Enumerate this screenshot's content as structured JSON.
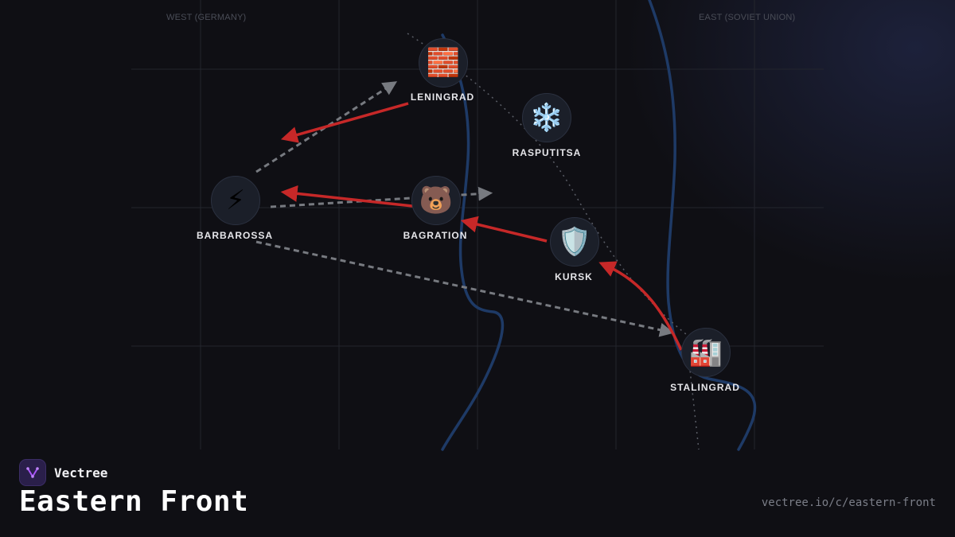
{
  "regions": {
    "west": "WEST (GERMANY)",
    "east": "EAST (SOVIET UNION)"
  },
  "nodes": {
    "leningrad": {
      "label": "LENINGRAD",
      "icon": "🧱",
      "icon_name": "brick-wall-icon"
    },
    "rasputitsa": {
      "label": "RASPUTITSA",
      "icon": "❄️",
      "icon_name": "snowflake-icon"
    },
    "barbarossa": {
      "label": "BARBAROSSA",
      "icon": "⚡",
      "icon_name": "lightning-icon"
    },
    "bagration": {
      "label": "BAGRATION",
      "icon": "🐻",
      "icon_name": "bear-icon"
    },
    "kursk": {
      "label": "KURSK",
      "icon": "🛡️",
      "icon_name": "shield-icon"
    },
    "stalingrad": {
      "label": "STALINGRAD",
      "icon": "🏭",
      "icon_name": "factory-icon"
    }
  },
  "edges": [
    {
      "from": "barbarossa",
      "to": "leningrad",
      "style": "dashed"
    },
    {
      "from": "barbarossa",
      "to": "bagration",
      "style": "dashed"
    },
    {
      "from": "barbarossa",
      "to": "stalingrad",
      "style": "dashed"
    },
    {
      "from": "leningrad",
      "to": "barbarossa",
      "style": "solid"
    },
    {
      "from": "bagration",
      "to": "barbarossa",
      "style": "solid"
    },
    {
      "from": "kursk",
      "to": "bagration",
      "style": "solid"
    },
    {
      "from": "stalingrad",
      "to": "kursk",
      "style": "solid"
    }
  ],
  "colors": {
    "attack_edge": "#c62828",
    "advance_edge": "#777a80",
    "front_line": "#1e3a66",
    "brand_accent": "#a855f7"
  },
  "footer": {
    "brand": "Vectree",
    "title": "Eastern Front",
    "url": "vectree.io/c/eastern-front"
  }
}
